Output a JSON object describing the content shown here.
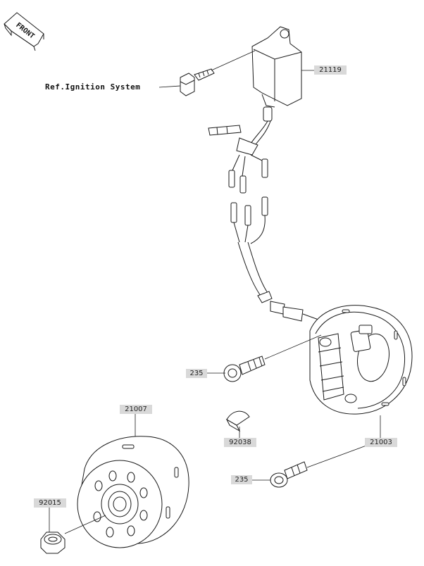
{
  "front_indicator": {
    "text": "FRONT"
  },
  "reference": {
    "text": "Ref.Ignition System"
  },
  "parts": {
    "ignition_coil": "21119",
    "bolt_upper": "235",
    "stator": "21003",
    "woodruff_key": "92038",
    "flywheel": "21007",
    "bolt_lower": "235",
    "nut": "92015"
  }
}
